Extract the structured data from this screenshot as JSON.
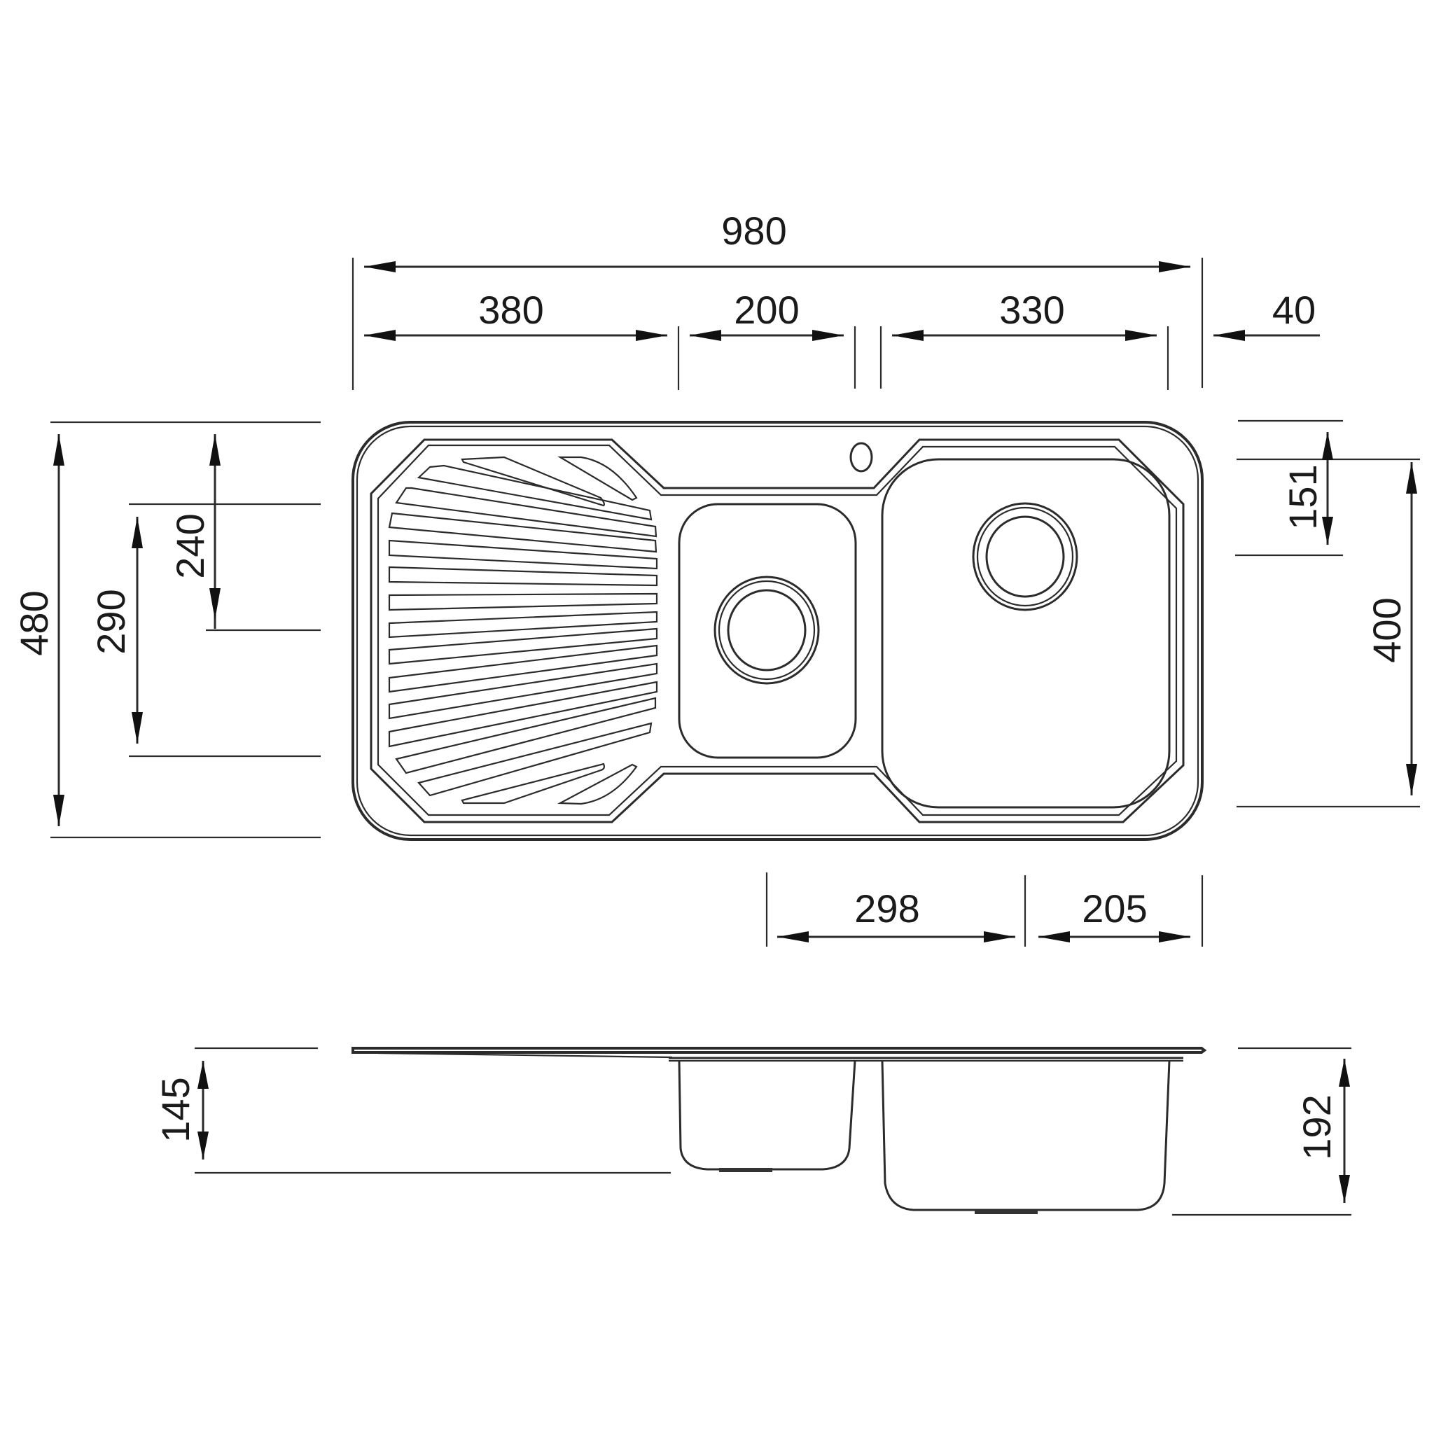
{
  "drawing": {
    "type": "technical-drawing",
    "subject": "kitchen sink with drainer - plan and side elevation",
    "units_shown": false,
    "colors": {
      "line": "#2b2b2b",
      "text": "#1a1a1a",
      "background": "#ffffff"
    }
  },
  "plan_view": {
    "top_dimensions": {
      "overall_width": "980",
      "drainer_width": "380",
      "small_bowl_width": "200",
      "large_bowl_width": "330",
      "right_rim": "40"
    },
    "left_dimensions": {
      "overall_depth": "480",
      "small_bowl_depth": "290",
      "small_waste_offset": "240"
    },
    "right_dimensions": {
      "large_waste_offset": "151",
      "large_bowl_depth": "400"
    },
    "bottom_dimensions": {
      "waste_centre_spacing": "298",
      "large_waste_from_edge": "205"
    },
    "features": [
      "drainer-grooves",
      "tap-hole",
      "small-bowl",
      "small-bowl-waste",
      "large-bowl",
      "large-bowl-waste"
    ]
  },
  "side_elevation": {
    "dimensions": {
      "small_bowl_depth": "145",
      "large_bowl_depth": "192"
    }
  }
}
